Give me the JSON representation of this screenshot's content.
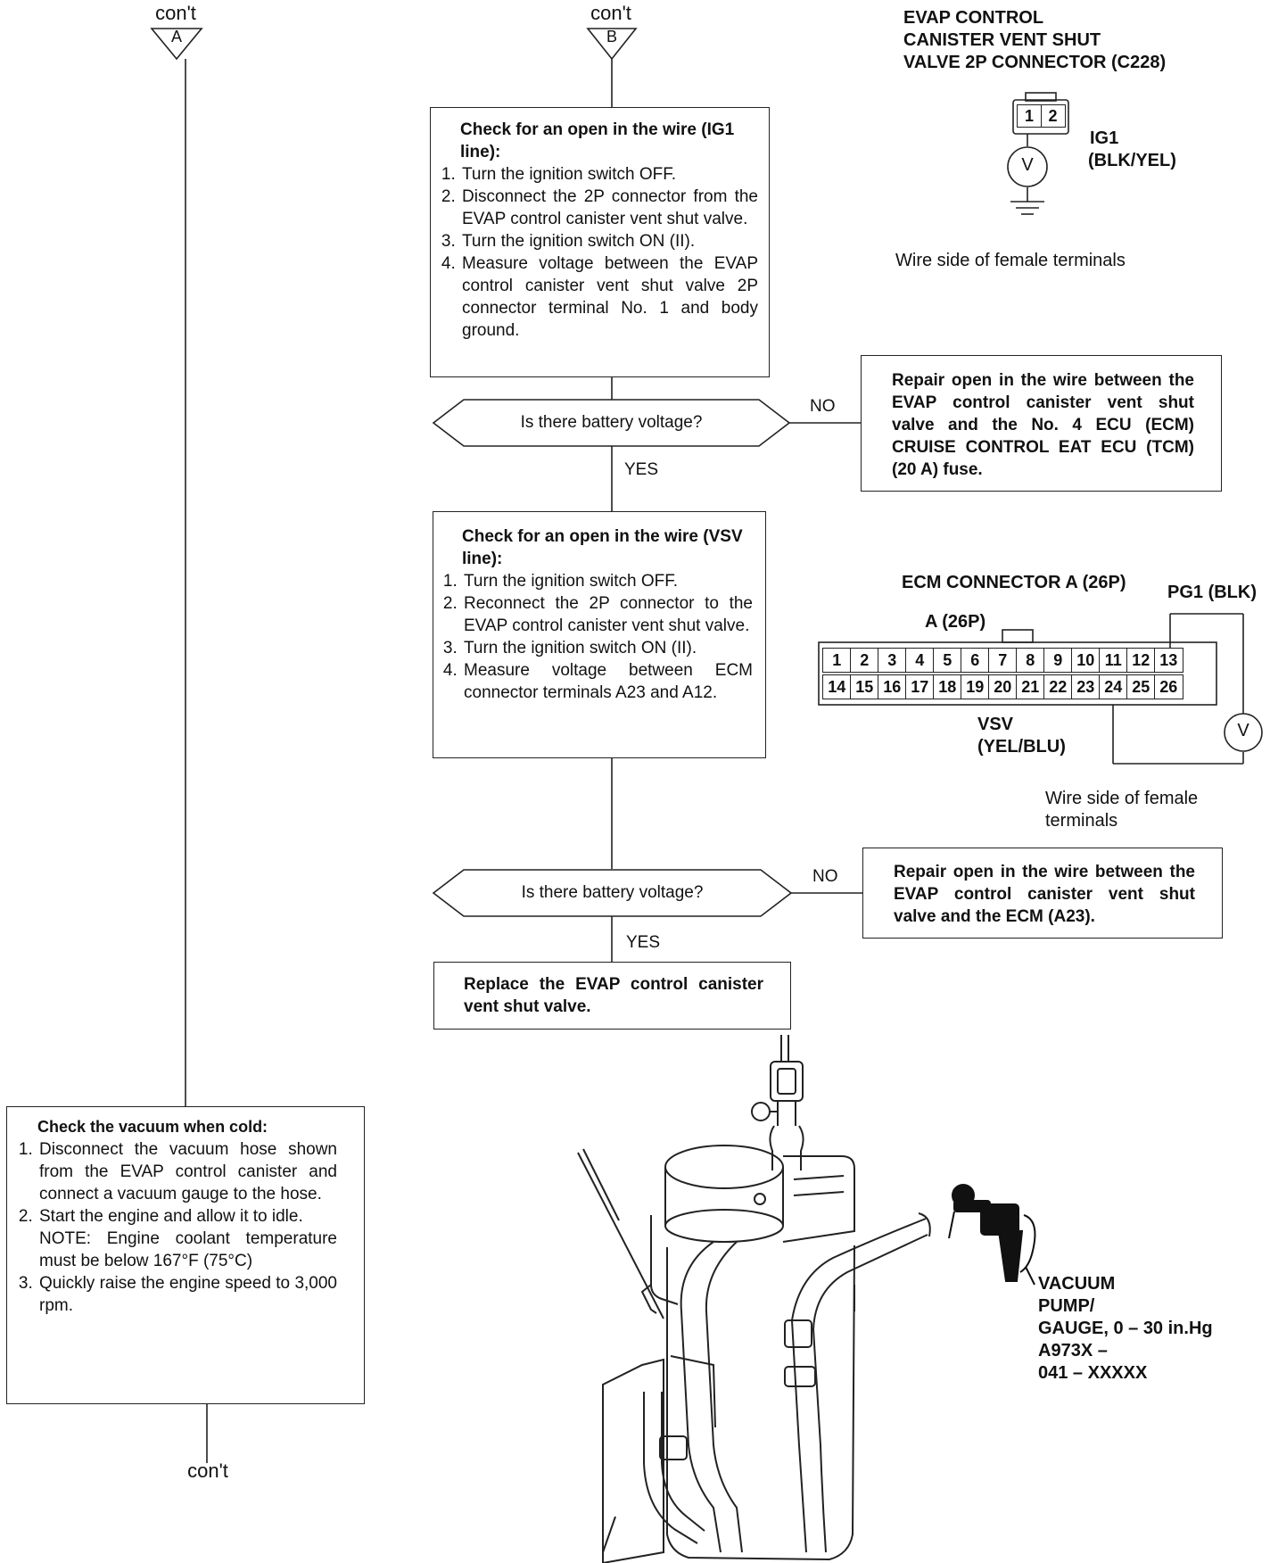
{
  "cont_markers": {
    "a_top": {
      "text": "con't",
      "letter": "A"
    },
    "b_top": {
      "text": "con't",
      "letter": "B"
    },
    "bottom": {
      "text": "con't"
    }
  },
  "step1": {
    "title": "Check for an open in the wire (IG1 line):",
    "items": [
      "Turn the ignition switch OFF.",
      "Disconnect the 2P connector from the EVAP control canister vent shut valve.",
      "Turn the ignition switch ON (II).",
      "Measure voltage between the EVAP control canister vent shut valve 2P connector terminal No. 1 and body ground."
    ]
  },
  "decision1": {
    "question": "Is there battery voltage?",
    "no": "NO",
    "yes": "YES"
  },
  "repair1": {
    "text": "Repair open in the wire between the EVAP control canister vent shut valve and the No. 4 ECU (ECM) CRUISE CONTROL EAT ECU (TCM) (20 A) fuse."
  },
  "step2": {
    "title": "Check for an open in the wire (VSV line):",
    "items": [
      "Turn the ignition switch OFF.",
      "Reconnect the 2P connector to the EVAP control canister vent shut valve.",
      "Turn the ignition switch ON (II).",
      "Measure voltage between ECM connector terminals A23 and A12."
    ]
  },
  "decision2": {
    "question": "Is there battery voltage?",
    "no": "NO",
    "yes": "YES"
  },
  "repair2": {
    "text": "Repair open in the wire between the EVAP control canister vent shut valve and the ECM (A23)."
  },
  "replace": {
    "text": "Replace the EVAP control canister vent shut valve."
  },
  "vacuum_step": {
    "title": "Check the vacuum when cold:",
    "items": [
      "Disconnect the vacuum hose shown from the EVAP control canister and connect a vacuum gauge to the hose.",
      "Start the engine and allow it to idle.",
      "Quickly raise the engine speed to 3,000 rpm."
    ],
    "note": "NOTE: Engine coolant temperature must be below 167°F (75°C)"
  },
  "connector_2p": {
    "title_lines": [
      "EVAP CONTROL",
      "CANISTER VENT SHUT",
      "VALVE 2P CONNECTOR (C228)"
    ],
    "pins": [
      "1",
      "2"
    ],
    "signal": "IG1",
    "wire": "(BLK/YEL)",
    "meter": "V",
    "caption": "Wire side of female terminals"
  },
  "ecm_connector": {
    "title": "ECM CONNECTOR A (26P)",
    "sub": "A (26P)",
    "pg1": "PG1 (BLK)",
    "row1": [
      "1",
      "2",
      "3",
      "4",
      "5",
      "6",
      "7",
      "8",
      "9",
      "10",
      "11",
      "12",
      "13"
    ],
    "row2": [
      "14",
      "15",
      "16",
      "17",
      "18",
      "19",
      "20",
      "21",
      "22",
      "23",
      "24",
      "25",
      "26"
    ],
    "vsv": "VSV",
    "vsv_wire": "(YEL/BLU)",
    "meter": "V",
    "caption_lines": [
      "Wire side of female",
      "terminals"
    ]
  },
  "vacuum_tool": {
    "lines": [
      "VACUUM",
      "PUMP/",
      "GAUGE, 0 – 30 in.Hg",
      "A973X –",
      "041 – XXXXX"
    ]
  }
}
